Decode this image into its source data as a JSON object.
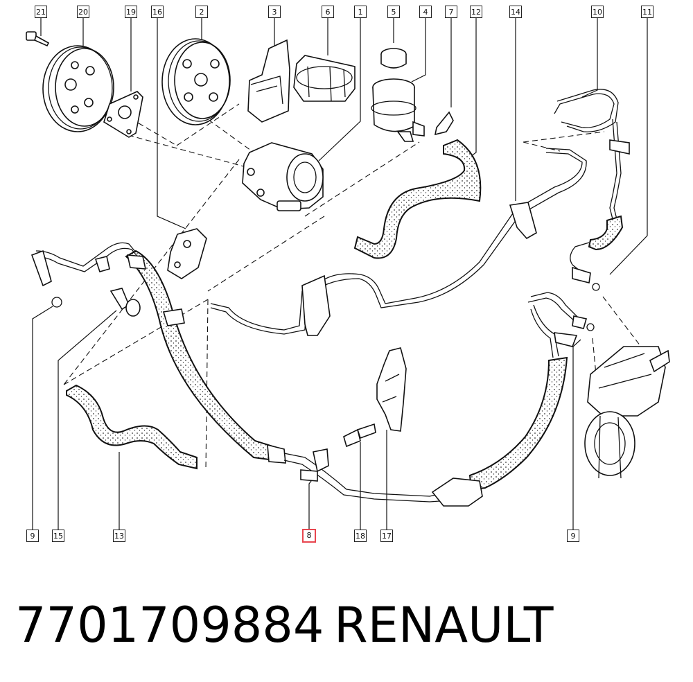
{
  "diagram": {
    "callouts": [
      {
        "num": "21",
        "highlighted": false
      },
      {
        "num": "20",
        "highlighted": false
      },
      {
        "num": "19",
        "highlighted": false
      },
      {
        "num": "16",
        "highlighted": false
      },
      {
        "num": "2",
        "highlighted": false
      },
      {
        "num": "3",
        "highlighted": false
      },
      {
        "num": "6",
        "highlighted": false
      },
      {
        "num": "1",
        "highlighted": false
      },
      {
        "num": "5",
        "highlighted": false
      },
      {
        "num": "4",
        "highlighted": false
      },
      {
        "num": "7",
        "highlighted": false
      },
      {
        "num": "12",
        "highlighted": false
      },
      {
        "num": "14",
        "highlighted": false
      },
      {
        "num": "10",
        "highlighted": false
      },
      {
        "num": "11",
        "highlighted": false
      },
      {
        "num": "9",
        "highlighted": false
      },
      {
        "num": "15",
        "highlighted": false
      },
      {
        "num": "13",
        "highlighted": false
      },
      {
        "num": "8",
        "highlighted": true
      },
      {
        "num": "18",
        "highlighted": false
      },
      {
        "num": "17",
        "highlighted": false
      },
      {
        "num": "9",
        "highlighted": false
      }
    ],
    "highlight_color": "#e8464f"
  },
  "footer": {
    "part_number": "7701709884",
    "brand": "RENAULT"
  }
}
